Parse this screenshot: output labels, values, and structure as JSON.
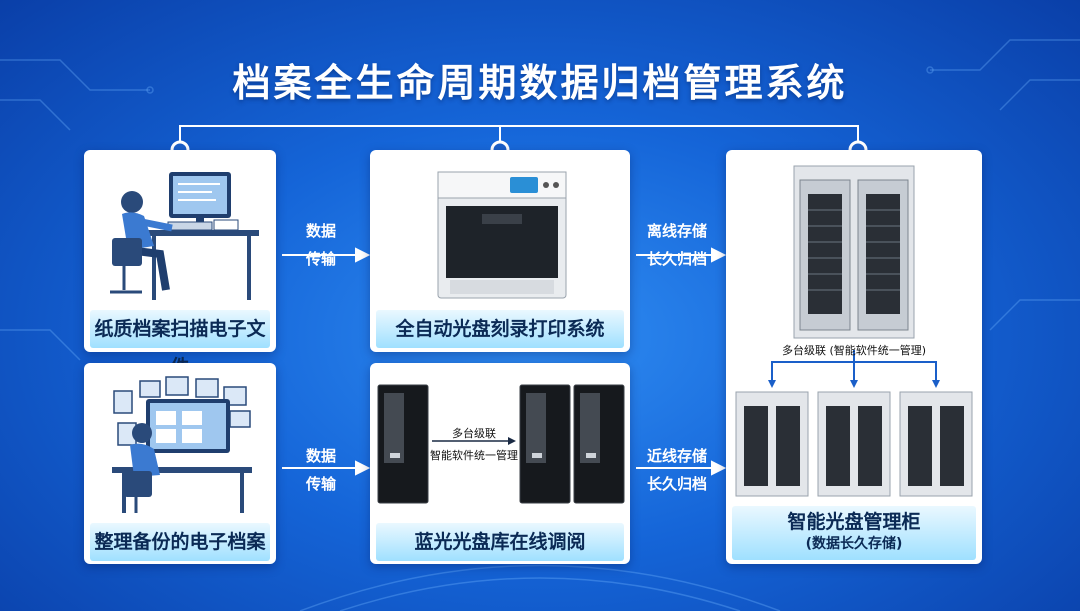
{
  "title": "档案全生命周期数据归档管理系统",
  "panels": {
    "scan": "纸质档案扫描电子文件",
    "backup": "整理备份的电子档案",
    "burner": "全自动光盘刻录打印系统",
    "bluray": "蓝光光盘库在线调阅",
    "cabinet": "智能光盘管理柜",
    "cabinet_sub": "(数据长久存储)"
  },
  "flows": {
    "data1_a": "数据",
    "data1_b": "传输",
    "data2_a": "数据",
    "data2_b": "传输",
    "offline_a": "离线存储",
    "offline_b": "长久归档",
    "nearline_a": "近线存储",
    "nearline_b": "长久归档"
  },
  "tags": {
    "cascade_top": "多台级联 (智能软件统一管理)",
    "cascade_mid_a": "多台级联",
    "cascade_mid_b": "智能软件统一管理"
  },
  "colors": {
    "caption_from": "#eaf8ff",
    "caption_to": "#9fe0ff",
    "line": "#ffffff"
  }
}
